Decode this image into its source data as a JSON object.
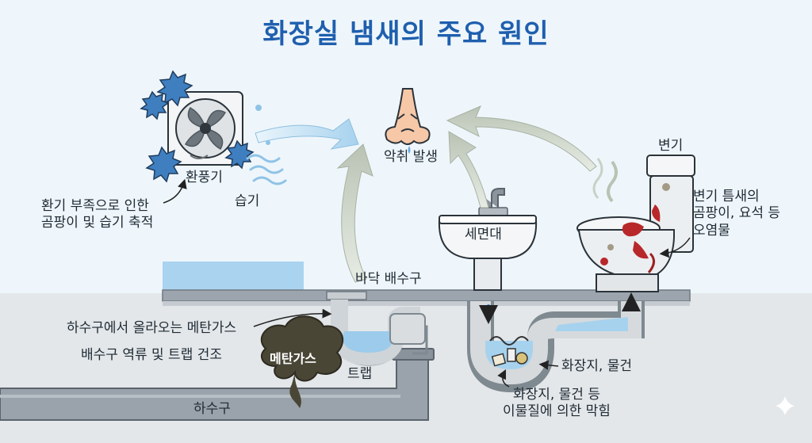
{
  "title": "화장실 냄새의 주요 원인",
  "labels": {
    "odor": "악취 발생",
    "fan": "환풍기",
    "humidity": "습기",
    "ventilation": "환기 부족으로 인한\n곰팡이 및 습기 축적",
    "toilet": "변기",
    "toilet_gap": "변기 틈새의\n곰팡이, 요석 등\n오염물",
    "sink": "세면대",
    "floor_drain": "바닥 배수구",
    "methane_rise": "하수구에서 올라오는 메탄가스",
    "backflow": "배수구 역류 및 트랩 건조",
    "methane_cloud": "메탄가스",
    "trap": "트랩",
    "sewer": "하수구",
    "clog_items": "화장지, 물건",
    "clog": "화장지, 물건 등\n이물질에 의한 막힘"
  },
  "colors": {
    "title": "#1f5fae",
    "background": "#eef6fb",
    "water": "#a9d3f0",
    "pipe": "#9aa3ab",
    "floor": "#9ca5ad",
    "mold": "#3f7fc0",
    "stain": "#b8282a",
    "gas_cloud": "#4a4636",
    "arrow": "#a7d2ee",
    "rising_arrow": "#bcc6b8"
  },
  "icons": [
    "fan-icon",
    "mold-spore-icon",
    "nose-icon",
    "humidity-wave-icon",
    "toilet-icon",
    "sink-icon",
    "p-trap-icon",
    "methane-cloud-icon",
    "sparkle-icon"
  ]
}
